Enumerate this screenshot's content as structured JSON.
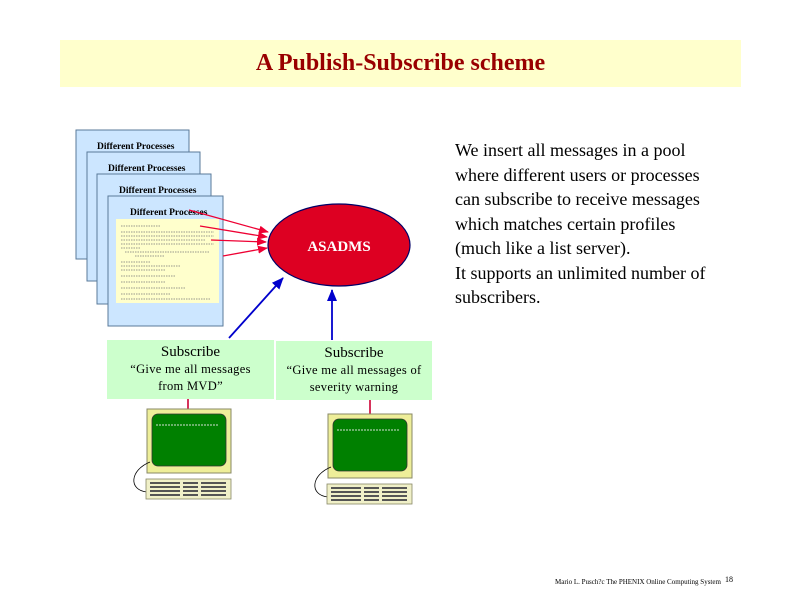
{
  "title": "A Publish-Subscribe scheme",
  "process_cards": [
    "Different Processes",
    "Different Processes",
    "Different Processes",
    "Different Processes"
  ],
  "center_node": "ASADMS",
  "description": [
    "We insert all messages in a pool",
    "where different users or processes",
    "can subscribe to receive messages",
    "which matches certain profiles",
    "(much like a list server).",
    "It supports an unlimited number of",
    "subscribers."
  ],
  "subscribers": [
    {
      "title": "Subscribe",
      "line1": "“Give me all messages",
      "line2": "from MVD”"
    },
    {
      "title": "Subscribe",
      "line1": "“Give me all messages of",
      "line2": "severity warning"
    }
  ],
  "footer": "Mario L. Pusch?c The PHENIX Online Computing System",
  "page_number": "18",
  "colors": {
    "title": "#990000",
    "title_bg": "#ffffcc",
    "card_bg": "#cce6ff",
    "node_fill": "#dd0022",
    "subscribe_bg": "#ccffcc",
    "screen_green": "#008000",
    "monitor_frame": "#eeee99",
    "arrow_red": "#ee0033",
    "arrow_blue": "#0000cc"
  }
}
